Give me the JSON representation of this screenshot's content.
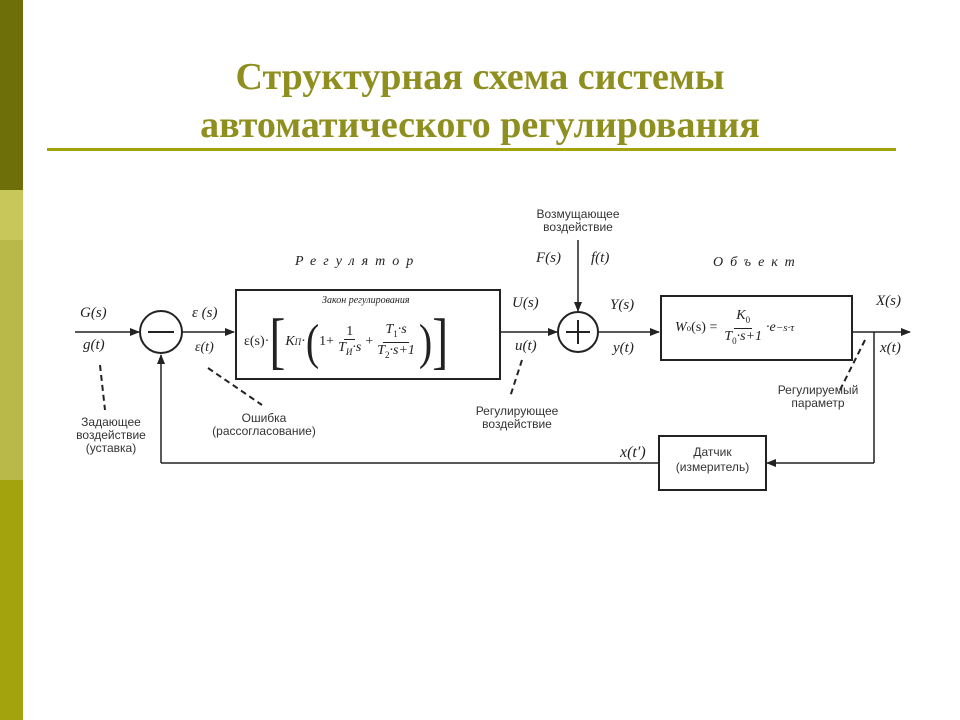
{
  "theme": {
    "title_color": "#8f8f20",
    "sidebar_dark": "#6f6f0a",
    "sidebar_light": "#a3a30e",
    "rule_color": "#a3a30e"
  },
  "slide": {
    "title_line1": "Структурная схема системы",
    "title_line2": "автоматического регулирования"
  },
  "diagram": {
    "input_G": "G(s)",
    "input_g": "g(t)",
    "error_E": "ε (s)",
    "error_e": "ε(t)",
    "regulator_title": "Регулятор",
    "control_law_caption": "Закон регулирования",
    "control_law": {
      "lhs": "ε(s)·",
      "kp": "K",
      "kp_sub": "П",
      "one_plus": "1+",
      "f1_num": "1",
      "f1_den": "T",
      "f1_den_sub": "И",
      "f1_den_rest": "·s",
      "f2_num": "T",
      "f2_num_sub": "1",
      "f2_num_rest": "·s",
      "f2_den": "T",
      "f2_den_sub": "2",
      "f2_den_rest": "·s+1"
    },
    "disturbance_caption": "Возмущающее воздействие",
    "disturbance_F": "F(s)",
    "disturbance_f": "f(t)",
    "control_U": "U(s)",
    "control_u": "u(t)",
    "sum_Y": "Y(s)",
    "sum_y": "y(t)",
    "object_title": "Объект",
    "object_tf": {
      "lhs": "W",
      "lhs_sub": "о",
      "lhs_rest": "(s) =",
      "num": "K",
      "num_sub": "0",
      "den": "T",
      "den_sub": "0",
      "den_rest": "·s+1",
      "exp": "·e",
      "exp_sup": "−s·τ"
    },
    "output_X": "X(s)",
    "output_x": "x(t)",
    "feedback_x": "x(t′)",
    "sensor_line1": "Датчик",
    "sensor_line2": "(измеритель)",
    "note_setpoint": "Задающее воздействие (уставка)",
    "note_error": "Ошибка (рассогласование)",
    "note_control": "Регулирующее воздействие",
    "note_parameter": "Регулируемый параметр"
  }
}
